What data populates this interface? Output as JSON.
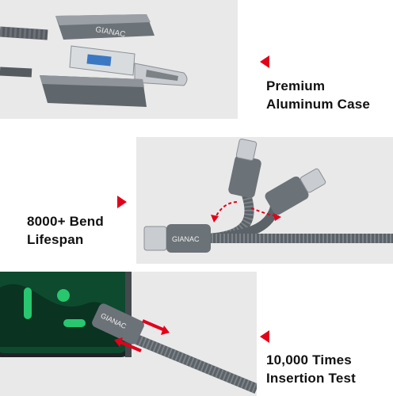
{
  "brand": "GIANAC",
  "features": [
    {
      "label": "Premium\nAluminum Case"
    },
    {
      "label": "8000+ Bend\nLifespan"
    },
    {
      "label": "10,000 Times\nInsertion Test"
    }
  ],
  "colors": {
    "accent_red": "#e3001b",
    "panel_bg": "#e9e9e9",
    "cable_grey": "#5b6268",
    "connector_metal": "#c9ccd0"
  },
  "icons": [
    "arrow-left-icon",
    "arrow-left-icon",
    "arrow-left-icon"
  ]
}
